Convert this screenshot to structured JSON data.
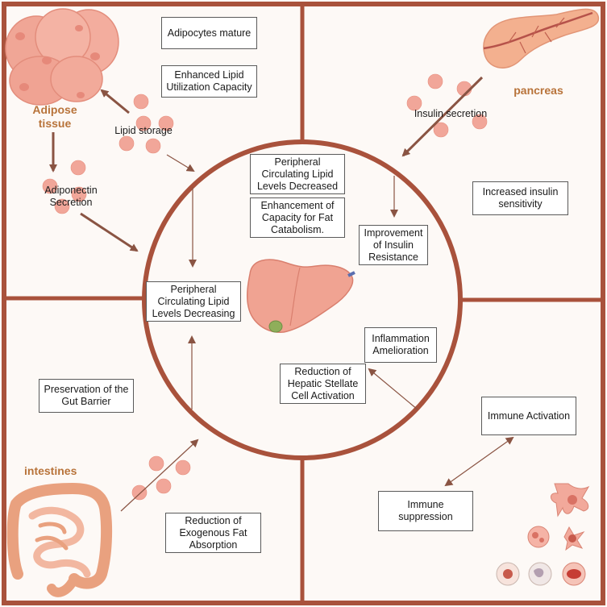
{
  "organs": {
    "adipose": "Adipose\ntissue",
    "pancreas": "pancreas",
    "intestines": "intestines"
  },
  "labels": {
    "lipid_storage": "Lipid storage",
    "adiponectin": "Adiponectin\nSecretion",
    "insulin_secretion": "Insulin secretion"
  },
  "boxes": {
    "adipocytes_mature": "Adipocytes mature",
    "enhanced_lipid": "Enhanced Lipid\nUtilization Capacity",
    "peripheral_decreased": "Peripheral\nCirculating Lipid\nLevels Decreased",
    "fat_catabolism": "Enhancement of\nCapacity for Fat\nCatabolism.",
    "insulin_resistance": "Improvement\nof Insulin\nResistance",
    "insulin_sensitivity": "Increased insulin\nsensitivity",
    "peripheral_decreasing": "Peripheral\nCirculating Lipid\nLevels Decreasing",
    "inflammation": "Inflammation\nAmelioration",
    "stellate": "Reduction of\nHepatic Stellate\nCell Activation",
    "gut_barrier": "Preservation of the\nGut Barrier",
    "immune_activation": "Immune Activation",
    "immune_suppression": "Immune\nsuppression",
    "exogenous_fat": "Reduction of\nExogenous Fat\nAbsorption"
  },
  "colors": {
    "frame": "#a9523c",
    "organ_label": "#b8733a",
    "droplet": "#f1a699",
    "arrow": "#8a5443"
  },
  "icons": [
    "adipocyte-cluster-icon",
    "pancreas-icon",
    "liver-icon",
    "intestines-icon",
    "immune-cells-icon"
  ]
}
